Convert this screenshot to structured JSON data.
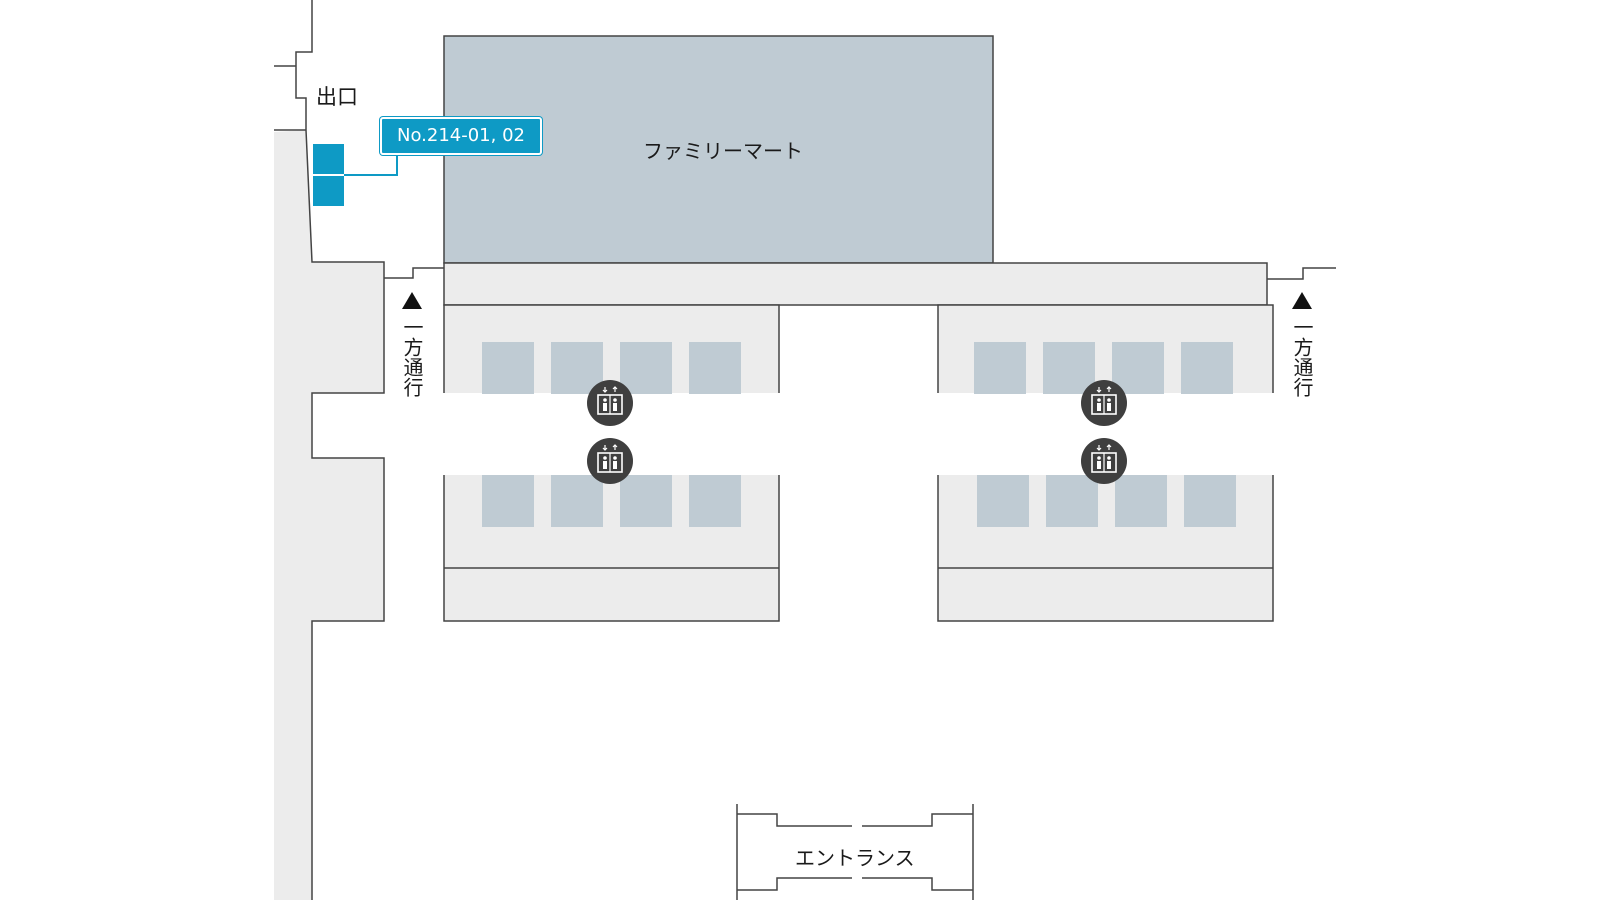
{
  "exit_label": "出口",
  "store": {
    "name": "ファミリーマート"
  },
  "locker_tag": {
    "label": "No.214-01, 02"
  },
  "one_way": {
    "left": "一方通行",
    "right": "一方通行"
  },
  "entrance_label": "エントランス",
  "colors": {
    "locker": "#0e9ac5",
    "store_fill": "#bfcbd3",
    "corridor_fill": "#ececec",
    "parking_slot": "#bfcbd3",
    "elevator_badge": "#3f3f3f",
    "outline": "#444444"
  },
  "icons": {
    "elevator": "elevator-icon",
    "one_way_arrow": "triangle-up-icon"
  }
}
